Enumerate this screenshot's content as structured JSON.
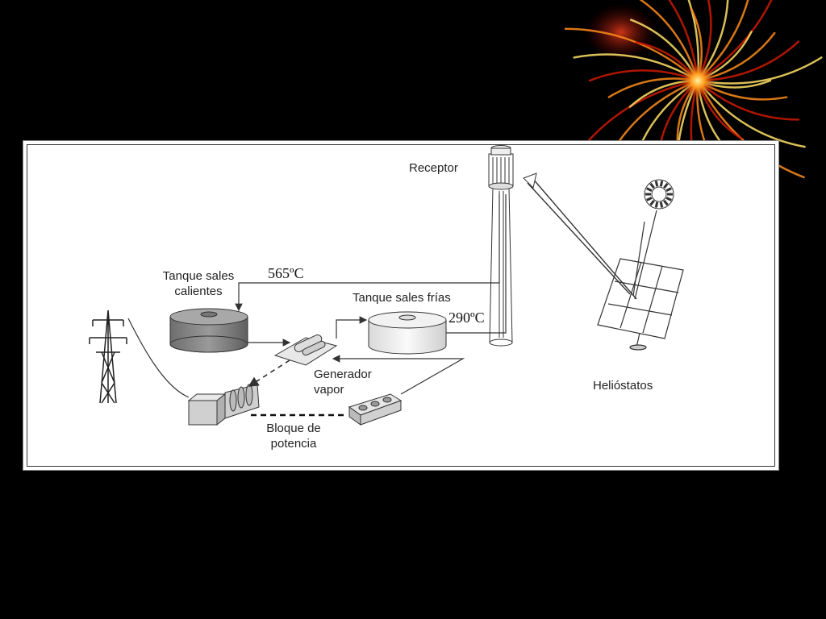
{
  "labels": {
    "receptor": "Receptor",
    "hot_tank": "Tanque sales\ncalientes",
    "cold_tank": "Tanque sales frías",
    "steam_generator": "Generador\nvapor",
    "power_block": "Bloque de\npotencia",
    "heliostats": "Helióstatos"
  },
  "temperatures": {
    "hot": "565ºC",
    "cold": "290ºC"
  },
  "colors": {
    "background": "#000000",
    "panel": "#ffffff",
    "line": "#333333",
    "hot_tank": "#8a8a8a",
    "cold_tank": "#e6e6e6",
    "decor_gradient": [
      "#ffe066",
      "#ff8c1a",
      "#cc1a00"
    ]
  },
  "icons": [
    "transmission-tower-icon",
    "sun-icon",
    "heliostat-panel-icon",
    "decorative-firework"
  ]
}
